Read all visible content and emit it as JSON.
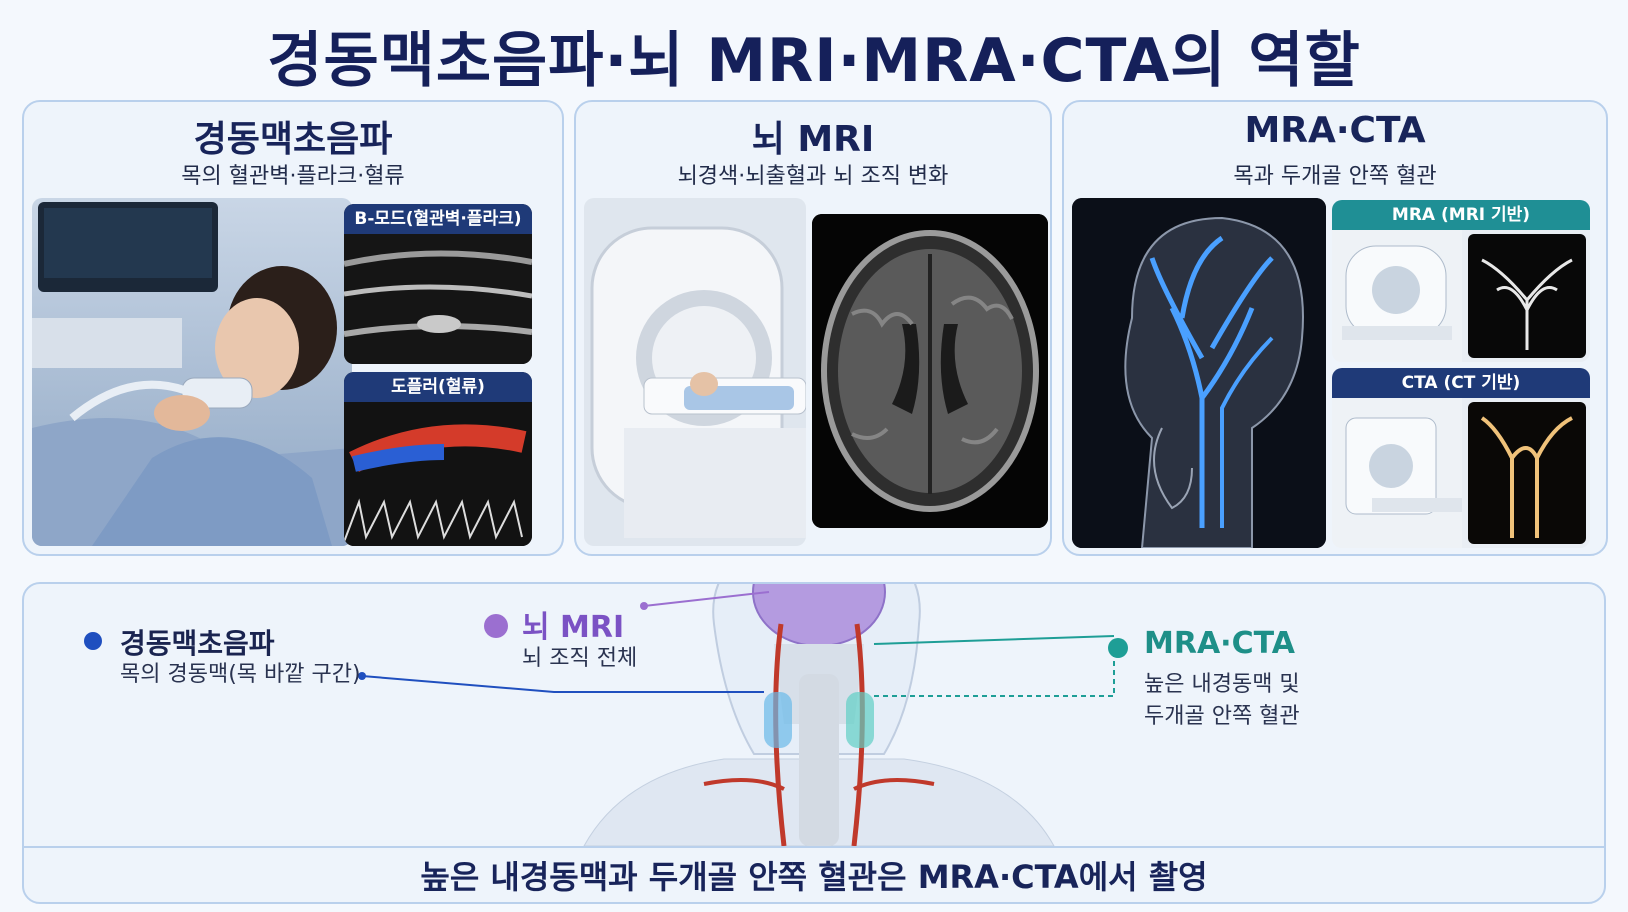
{
  "title": "경동맥초음파·뇌 MRI·MRA·CTA의 역할",
  "panels": {
    "ultrasound": {
      "title": "경동맥초음파",
      "subtitle": "목의 혈관벽·플라크·혈류",
      "bmode_label": "B-모드(혈관벽·플라크)",
      "doppler_label": "도플러(혈류)"
    },
    "mri": {
      "title": "뇌 MRI",
      "subtitle": "뇌경색·뇌출혈과 뇌 조직 변화"
    },
    "mra_cta": {
      "title": "MRA·CTA",
      "subtitle": "목과 두개골 안쪽 혈관",
      "mra_label": "MRA (MRI 기반)",
      "cta_label": "CTA (CT 기반)"
    }
  },
  "diagram": {
    "ultrasound": {
      "label": "경동맥초음파",
      "desc": "목의 경동맥(목 바깥 구간)"
    },
    "mri": {
      "label": "뇌 MRI",
      "desc": "뇌 조직 전체"
    },
    "mra_cta": {
      "label": "MRA·CTA",
      "desc_line1": "높은 내경동맥 및",
      "desc_line2": "두개골 안쪽 혈관"
    }
  },
  "footer": "높은 내경동맥과 두개골 안쪽 혈관은 MRA·CTA에서 촬영",
  "colors": {
    "ultrasound": "#1f4fbf",
    "mri": "#9b6fd0",
    "mra_cta": "#1e9e96",
    "navy": "#1f3a78",
    "teal": "#1f8f95"
  }
}
